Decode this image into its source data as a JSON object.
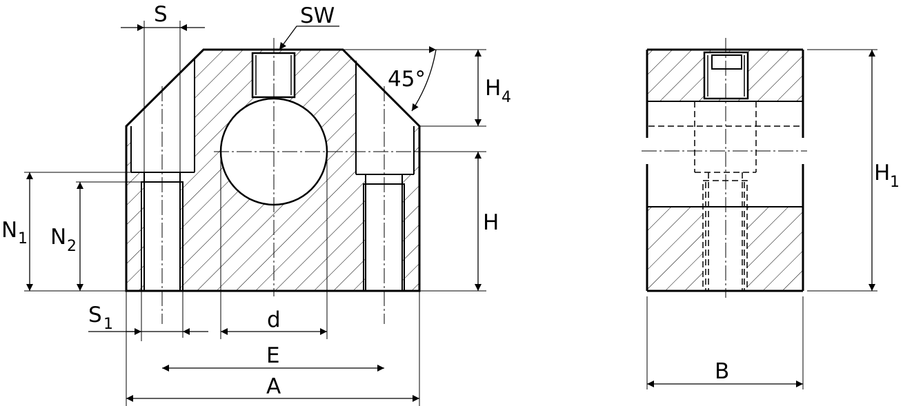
{
  "labels": {
    "s": "S",
    "sw": "SW",
    "angle": "45°",
    "h4": "H",
    "h4_sub": "4",
    "h": "H",
    "n1": "N",
    "n1_sub": "1",
    "n2": "N",
    "n2_sub": "2",
    "s1": "S",
    "s1_sub": "1",
    "d": "d",
    "e": "E",
    "a": "A",
    "b": "B",
    "h1": "H",
    "h1_sub": "1"
  }
}
